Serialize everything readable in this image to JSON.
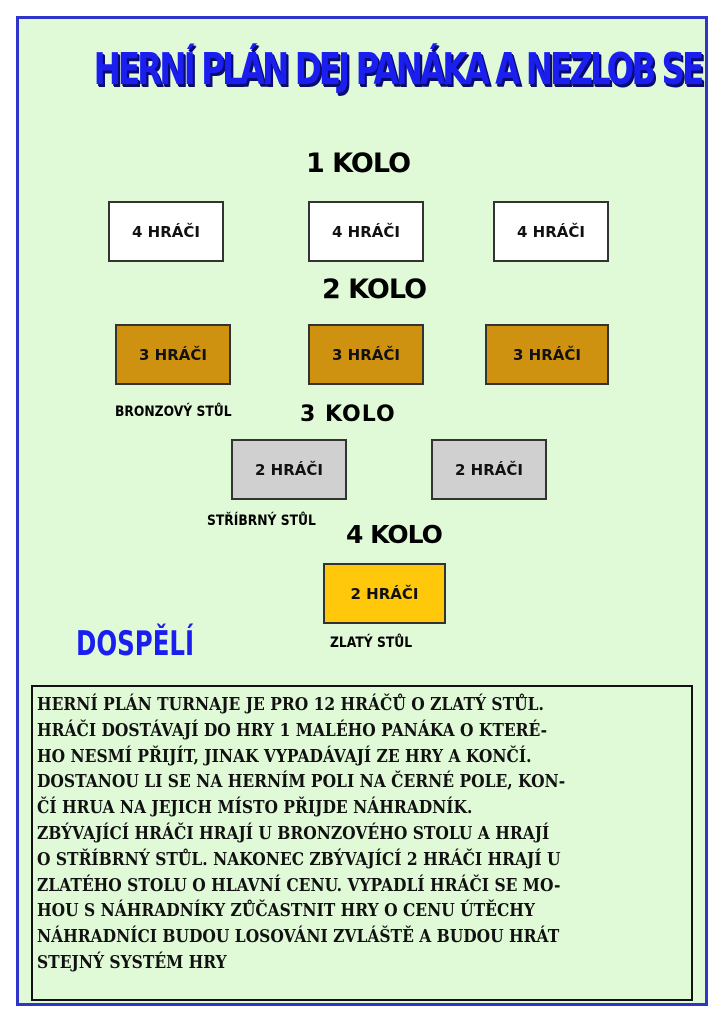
{
  "title": "HERNÍ PLÁN DEJ PANÁKA A NEZLOB SE",
  "rounds": {
    "r1": "1 KOLO",
    "r2": "2 KOLO",
    "r3": "3 KOLO",
    "r4": "4 KOLO"
  },
  "round1_tables": [
    "4 HRÁČI",
    "4 HRÁČI",
    "4 HRÁČI"
  ],
  "round2_tables": [
    "3 HRÁČI",
    "3 HRÁČI",
    "3 HRÁČI"
  ],
  "round3_tables": [
    "2 HRÁČI",
    "2 HRÁČI"
  ],
  "round4_tables": [
    "2 HRÁČI"
  ],
  "labels": {
    "bronze": "BRONZOVÝ STŮL",
    "silver": "STŘÍBRNÝ STŮL",
    "gold": "ZLATÝ STŮL"
  },
  "category": "DOSPĚLÍ",
  "rules_lines": [
    "HERNÍ PLÁN TURNAJE JE PRO 12 HRÁČŮ O ZLATÝ STŮL.",
    "HRÁČI DOSTÁVAJÍ DO HRY 1 MALÉHO PANÁKA O KTERÉ-",
    "HO NESMÍ PŘIJÍT, JINAK VYPADÁVAJÍ ZE HRY A KONČÍ.",
    "DOSTANOU LI SE NA HERNÍM POLI NA ČERNÉ POLE, KON-",
    "ČÍ HRUA NA JEJICH MÍSTO PŘIJDE NÁHRADNÍK.",
    "ZBÝVAJÍCÍ HRÁČI HRAJÍ U BRONZOVÉHO STOLU A HRAJÍ",
    "O STŘÍBRNÝ STŮL. NAKONEC ZBÝVAJÍCÍ 2 HRÁČI HRAJÍ U",
    "ZLATÉHO STOLU O HLAVNÍ CENU. VYPADLÍ HRÁČI SE MO-",
    "HOU S NÁHRADNÍKY ZŮČASTNIT HRY O CENU ÚTĚCHY",
    "NÁHRADNÍCI BUDOU LOSOVÁNI ZVLÁŠTĚ A BUDOU HRÁT",
    "STEJNÝ SYSTÉM HRY"
  ],
  "colors": {
    "background": "#e0fad8",
    "frame_border": "#2e35c8",
    "title": "#1a1ff0",
    "bronze_table": "#cf9210",
    "silver_table": "#d0d0d0",
    "gold_table": "#ffc80a",
    "white_table": "#ffffff"
  }
}
